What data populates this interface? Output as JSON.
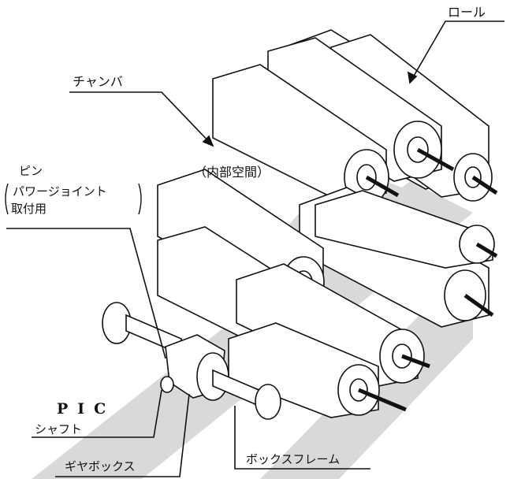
{
  "labels": {
    "roll": "ロール",
    "chamber": "チャンバ",
    "inner_space": "（内部空間）",
    "pin": "ピン",
    "pin_note_line1": "パワージョイント",
    "pin_note_line2": "取付用",
    "pic": "PIC",
    "shaft": "シャフト",
    "gearbox": "ギヤボックス",
    "box_frame": "ボックスフレーム"
  },
  "colors": {
    "ink": "#111111",
    "watermark": "#d9d9d9",
    "roll_fill": "#ffffff"
  }
}
